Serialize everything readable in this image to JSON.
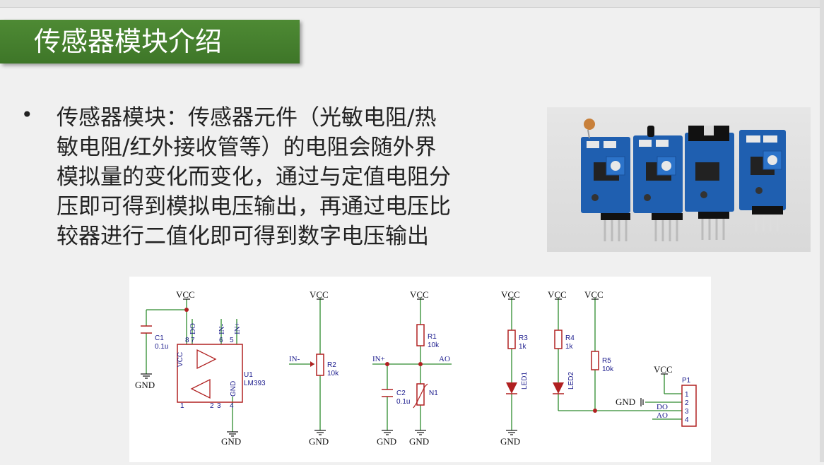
{
  "title": "传感器模块介绍",
  "bullet": {
    "dot": "•",
    "lines": [
      "传感器模块：传感器元件（光敏电阻/热",
      "敏电阻/红外接收管等）的电阻会随外界",
      "模拟量的变化而变化，通过与定值电阻分",
      "压即可得到模拟电压输出，再通过电压比",
      "较器进行二值化即可得到数字电压输出"
    ]
  },
  "circuit": {
    "vcc": "VCC",
    "gnd": "GND",
    "c1": "C1",
    "c1_val": "0.1u",
    "u1": "U1",
    "u1_part": "LM393",
    "pin_vcc": "VCC",
    "pin_gnd": "GND",
    "pin8": "8",
    "pin7": "7",
    "pin6": "6",
    "pin5": "5",
    "pin1": "1",
    "pin2": "2",
    "pin3": "3",
    "pin4": "4",
    "do": "DO",
    "in_minus": "IN-",
    "in_plus": "IN+",
    "r2": "R2",
    "r2_val": "10k",
    "r1": "R1",
    "r1_val": "10k",
    "c2": "C2",
    "c2_val": "0.1u",
    "n1": "N1",
    "ao": "AO",
    "r3": "R3",
    "r3_val": "1k",
    "r4": "R4",
    "r4_val": "1k",
    "r5": "R5",
    "r5_val": "10k",
    "led1": "LED1",
    "led2": "LED2",
    "p1": "P1",
    "p1_pins": [
      "1",
      "2",
      "3",
      "4"
    ]
  },
  "colors": {
    "title_bg": "#4a8430",
    "wire": "#2e8b2e",
    "component": "#b02020",
    "label": "#1a1a8c",
    "node": "#b02020"
  }
}
